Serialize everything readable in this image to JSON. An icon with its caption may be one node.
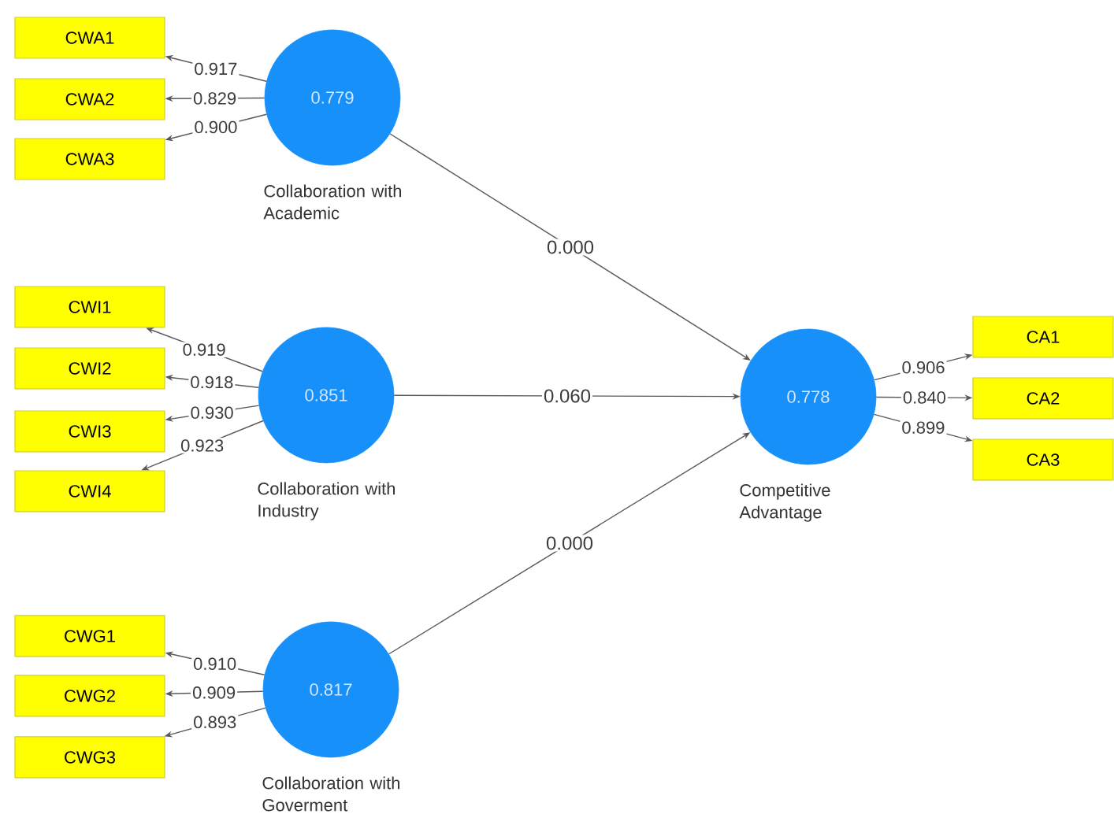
{
  "diagram": {
    "nodes": [
      {
        "text": [
          "0.779"
        ],
        "beside": [
          "Collaboration with Academic"
        ]
      },
      {
        "text": [
          "CWA1"
        ]
      },
      {
        "text": [
          "CWA2"
        ]
      },
      {
        "text": [
          "CWA3"
        ]
      },
      {
        "text": [
          "0.851"
        ],
        "beside": [
          "Collaboration with Industry"
        ]
      },
      {
        "text": [
          "CWI1"
        ]
      },
      {
        "text": [
          "CWI2"
        ]
      },
      {
        "text": [
          "CWI3"
        ]
      },
      {
        "text": [
          "CWI4"
        ]
      },
      {
        "text": [
          "0.817"
        ],
        "beside": [
          "Collaboration with Goverment"
        ]
      },
      {
        "text": [
          "CWG1"
        ]
      },
      {
        "text": [
          "CWG2"
        ]
      },
      {
        "text": [
          "CWG3"
        ]
      },
      {
        "text": [
          "0.778"
        ],
        "beside": [
          "Competitive Advantage"
        ]
      },
      {
        "text": [
          "CA1"
        ]
      },
      {
        "text": [
          "CA2"
        ]
      },
      {
        "text": [
          "CA3"
        ]
      }
    ],
    "edges": [
      {
        "from": 0,
        "to": 1,
        "arrow": "to",
        "label": "0.917"
      },
      {
        "from": 0,
        "to": 2,
        "arrow": "to",
        "label": "0.829"
      },
      {
        "from": 0,
        "to": 3,
        "arrow": "to",
        "label": "0.900"
      },
      {
        "from": 4,
        "to": 5,
        "arrow": "to",
        "label": "0.919"
      },
      {
        "from": 4,
        "to": 6,
        "arrow": "to",
        "label": "0.918"
      },
      {
        "from": 4,
        "to": 7,
        "arrow": "to",
        "label": "0.930"
      },
      {
        "from": 4,
        "to": 8,
        "arrow": "to",
        "label": "0.923"
      },
      {
        "from": 9,
        "to": 10,
        "arrow": "to",
        "label": "0.910"
      },
      {
        "from": 9,
        "to": 11,
        "arrow": "to",
        "label": "0.909"
      },
      {
        "from": 9,
        "to": 12,
        "arrow": "to",
        "label": "0.893"
      },
      {
        "from": 13,
        "to": 14,
        "arrow": "to",
        "label": "0.906"
      },
      {
        "from": 13,
        "to": 15,
        "arrow": "to",
        "label": "0.840"
      },
      {
        "from": 13,
        "to": 16,
        "arrow": "to",
        "label": "0.899"
      },
      {
        "from": 0,
        "to": 13,
        "arrow": "to",
        "label": "0.000"
      },
      {
        "from": 4,
        "to": 13,
        "arrow": "to",
        "label": "0.060"
      },
      {
        "from": 9,
        "to": 13,
        "arrow": "to",
        "label": "0.000"
      }
    ]
  }
}
